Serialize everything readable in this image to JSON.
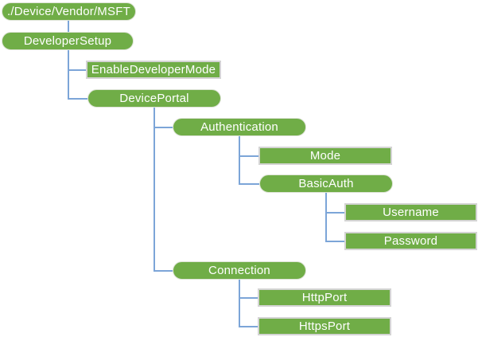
{
  "diagram": {
    "type": "tree",
    "nodes": [
      {
        "id": "msft-root",
        "label": "./Device/Vendor/MSFT",
        "shape": "rounded",
        "parent": null
      },
      {
        "id": "developer-setup",
        "label": "DeveloperSetup",
        "shape": "rounded",
        "parent": "msft-root"
      },
      {
        "id": "enable-developer-mode",
        "label": "EnableDeveloperMode",
        "shape": "rect",
        "parent": "developer-setup"
      },
      {
        "id": "device-portal",
        "label": "DevicePortal",
        "shape": "rounded",
        "parent": "developer-setup"
      },
      {
        "id": "authentication",
        "label": "Authentication",
        "shape": "rounded",
        "parent": "device-portal"
      },
      {
        "id": "mode",
        "label": "Mode",
        "shape": "rect",
        "parent": "authentication"
      },
      {
        "id": "basic-auth",
        "label": "BasicAuth",
        "shape": "rounded",
        "parent": "authentication"
      },
      {
        "id": "username",
        "label": "Username",
        "shape": "rect",
        "parent": "basic-auth"
      },
      {
        "id": "password",
        "label": "Password",
        "shape": "rect",
        "parent": "basic-auth"
      },
      {
        "id": "connection",
        "label": "Connection",
        "shape": "rounded",
        "parent": "device-portal"
      },
      {
        "id": "http-port",
        "label": "HttpPort",
        "shape": "rect",
        "parent": "connection"
      },
      {
        "id": "https-port",
        "label": "HttpsPort",
        "shape": "rect",
        "parent": "connection"
      }
    ]
  },
  "colors": {
    "background": "#ffffff",
    "node_fill": "#70AD47",
    "node_text": "#ffffff",
    "pill_border": "#dde3d6",
    "rect_border": "#d4d4d4",
    "connector": "#7CA5D8"
  }
}
